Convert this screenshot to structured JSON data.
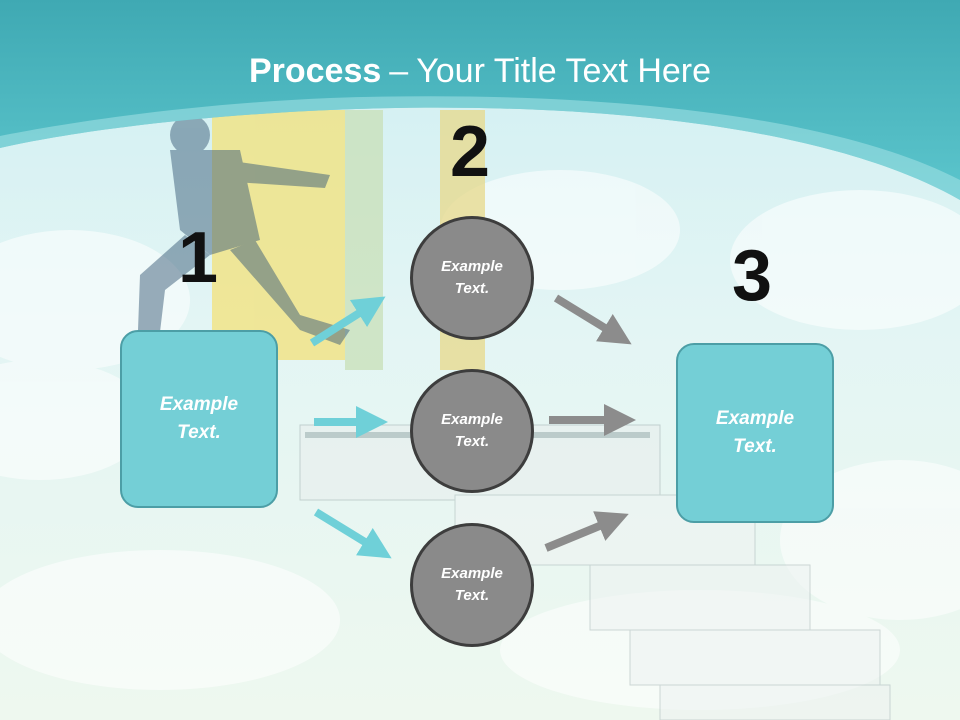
{
  "title": {
    "bold": "Process",
    "dash": "–",
    "rest": "Your Title Text Here"
  },
  "steps": {
    "n1": "1",
    "n2": "2",
    "n3": "3",
    "left_box": {
      "line1": "Example",
      "line2": "Text."
    },
    "right_box": {
      "line1": "Example",
      "line2": "Text."
    },
    "circles": [
      {
        "line1": "Example",
        "line2": "Text."
      },
      {
        "line1": "Example",
        "line2": "Text."
      },
      {
        "line1": "Example",
        "line2": "Text."
      }
    ]
  },
  "colors": {
    "header_teal": "#4fbfc7",
    "box_fill": "#74cfd6",
    "circle_fill": "#8a8a8a",
    "arrow_teal": "#6fd0d8",
    "arrow_gray": "#8c8c8c"
  }
}
